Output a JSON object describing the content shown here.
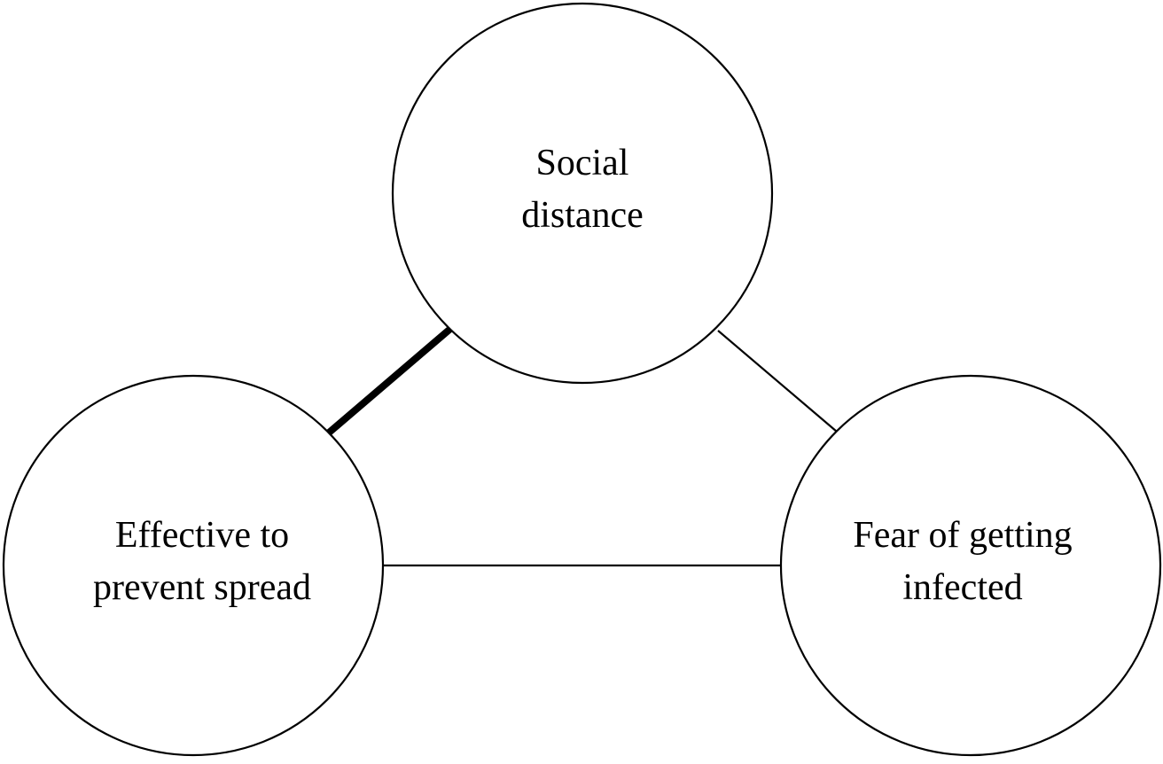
{
  "nodes": [
    {
      "id": "social-distance",
      "lines": [
        "Social",
        "distance"
      ]
    },
    {
      "id": "effective-to-prevent-spread",
      "lines": [
        "Effective to",
        "prevent spread"
      ]
    },
    {
      "id": "fear-of-getting-infected",
      "lines": [
        "Fear of getting",
        "infected"
      ]
    }
  ],
  "edges": [
    {
      "from": "social-distance",
      "to": "effective-to-prevent-spread",
      "weight": "strong"
    },
    {
      "from": "social-distance",
      "to": "fear-of-getting-infected",
      "weight": "normal"
    },
    {
      "from": "effective-to-prevent-spread",
      "to": "fear-of-getting-infected",
      "weight": "normal"
    }
  ],
  "colors": {
    "stroke": "#000000",
    "fill": "#ffffff"
  }
}
